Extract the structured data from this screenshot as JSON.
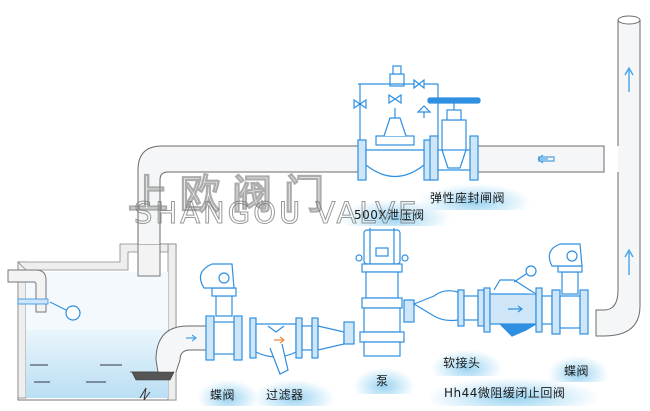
{
  "diagram": {
    "type": "pump-station piping schematic",
    "colors": {
      "equipment": "#2f8fe0",
      "pipe_outline": "#6b6b6b",
      "pipe_fill": "#f2f6f8",
      "water": "#cfe9f7",
      "flow_arrow_blue": "#4aa3e6",
      "flow_arrow_orange": "#f08a3c",
      "label_cloud": "#8fd0f0"
    },
    "watermark": {
      "chinese": "上欧阀门",
      "english": "SHANGOU VALVE"
    },
    "labels": {
      "pressure_relief_valve": "500X泄压阀",
      "resilient_gate_valve": "弹性座封闸阀",
      "butterfly_valve_left": "蝶阀",
      "strainer": "过滤器",
      "pump": "泵",
      "flexible_joint": "软接头",
      "butterfly_valve_right": "蝶阀",
      "check_valve": "Hh44微阻缓闭止回阀"
    },
    "components": [
      {
        "id": "water-tank",
        "icon": "tank-with-float-valve"
      },
      {
        "id": "suction-bell",
        "icon": "bell-mouth"
      },
      {
        "id": "butterfly-valve-left",
        "icon": "butterfly-valve"
      },
      {
        "id": "y-strainer",
        "icon": "y-strainer"
      },
      {
        "id": "vertical-pump",
        "icon": "vertical-inline-pump"
      },
      {
        "id": "flexible-joint",
        "icon": "reducer-joint"
      },
      {
        "id": "slow-closing-check-valve",
        "icon": "check-valve"
      },
      {
        "id": "butterfly-valve-right",
        "icon": "butterfly-valve"
      },
      {
        "id": "riser-pipe",
        "icon": "vertical-pipe"
      },
      {
        "id": "pressure-relief-valve",
        "icon": "pilot-relief-valve"
      },
      {
        "id": "gate-valve",
        "icon": "gate-valve"
      }
    ],
    "flow_arrows": [
      {
        "direction": "right",
        "location": "suction pipe"
      },
      {
        "direction": "right",
        "location": "strainer"
      },
      {
        "direction": "right",
        "location": "check valve"
      },
      {
        "direction": "up",
        "location": "riser lower"
      },
      {
        "direction": "up",
        "location": "riser upper"
      },
      {
        "direction": "left",
        "location": "return line"
      }
    ]
  }
}
